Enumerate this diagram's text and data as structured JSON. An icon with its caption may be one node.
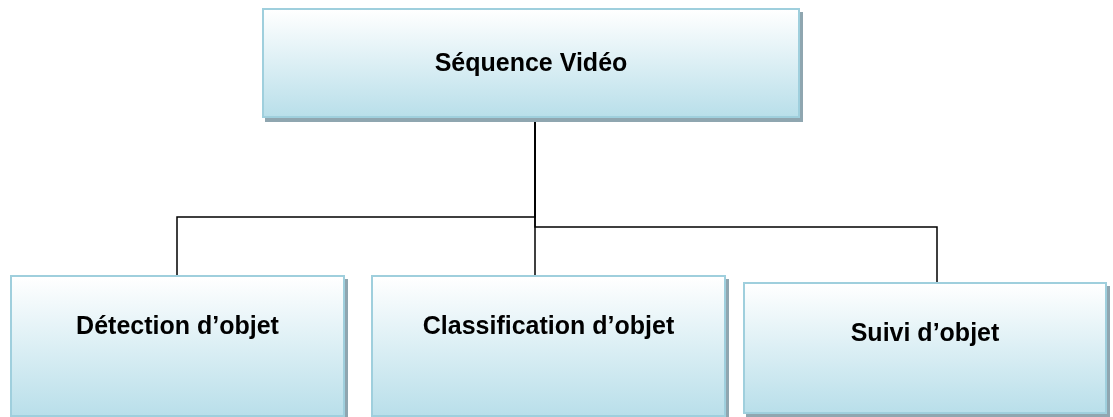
{
  "diagram": {
    "nodes": [
      {
        "text": [
          "Séquence Vidéo"
        ]
      },
      {
        "text": [
          "Détection d’objet"
        ]
      },
      {
        "text": [
          "Classification d’objet"
        ]
      },
      {
        "text": [
          "Suivi d’objet"
        ]
      }
    ],
    "edges": [
      {
        "from": 0,
        "to": 1,
        "arrow": "none"
      },
      {
        "from": 0,
        "to": 2,
        "arrow": "none"
      },
      {
        "from": 0,
        "to": 3,
        "arrow": "none"
      }
    ]
  }
}
